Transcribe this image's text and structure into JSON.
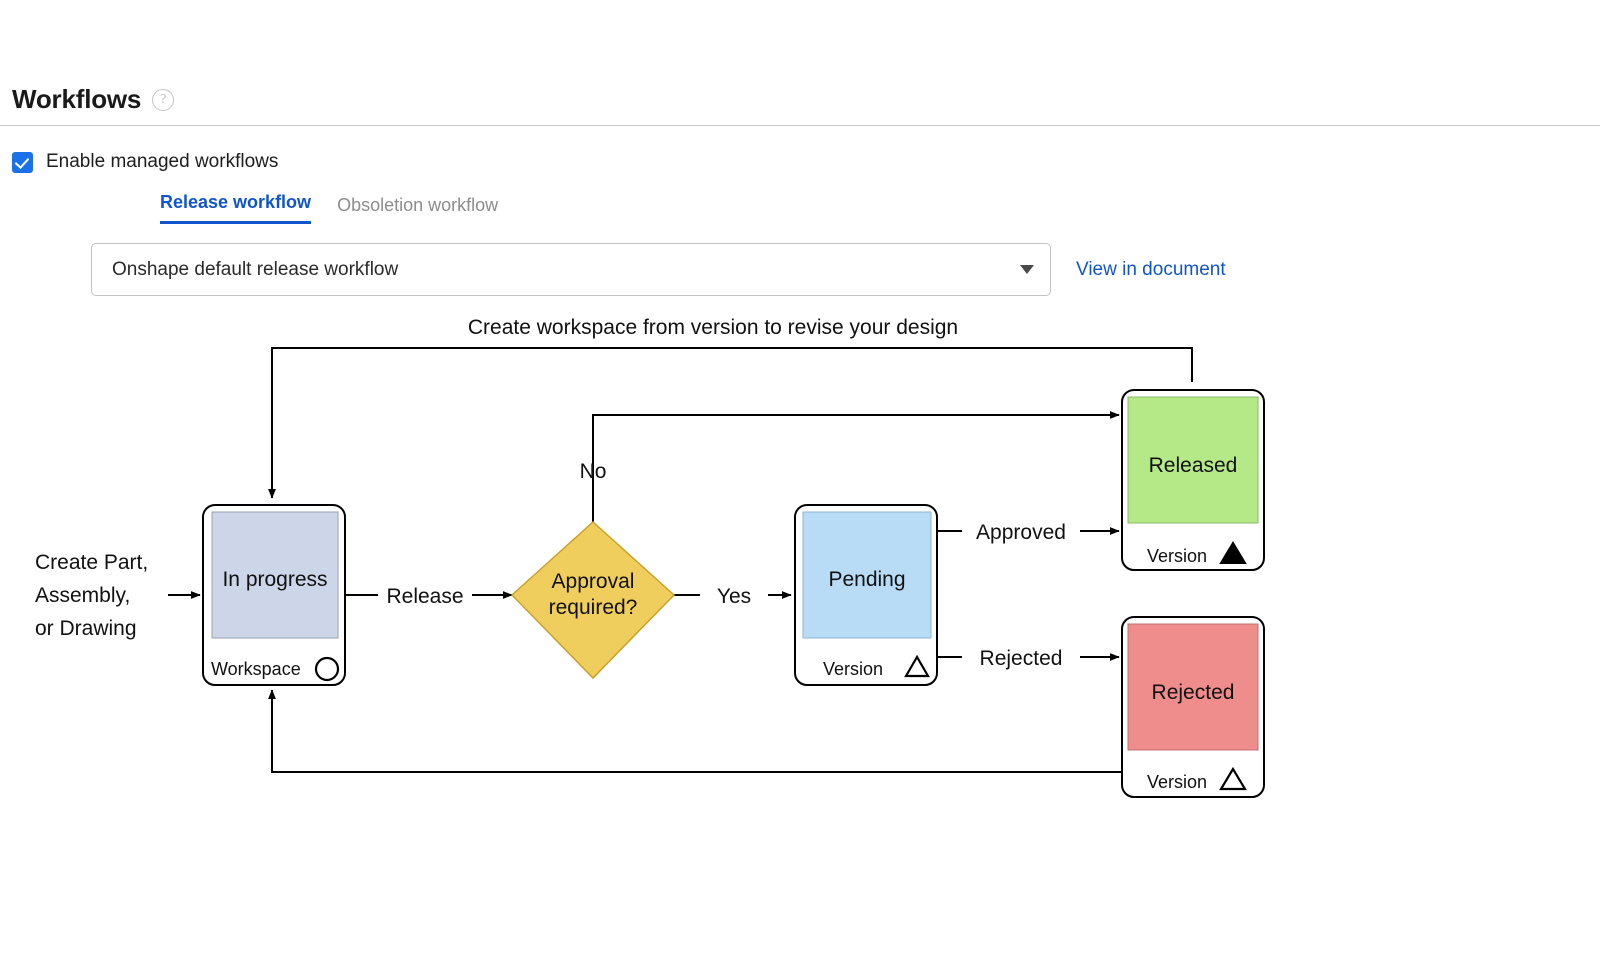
{
  "header": {
    "title": "Workflows",
    "help_icon": "question-mark-icon"
  },
  "enable_checkbox": {
    "label": "Enable managed workflows",
    "checked": true
  },
  "tabs": [
    {
      "label": "Release workflow",
      "active": true
    },
    {
      "label": "Obsoletion workflow",
      "active": false
    }
  ],
  "workflow_select": {
    "value": "Onshape default release workflow",
    "caret_icon": "chevron-down-icon"
  },
  "view_in_document_link": "View in document",
  "diagram": {
    "caption": "Create workspace from version to revise your design",
    "entry_label_lines": [
      "Create Part,",
      "Assembly,",
      "or Drawing"
    ],
    "nodes": [
      {
        "id": "in-progress",
        "label": "In progress",
        "sub_label": "Workspace",
        "sub_icon": "circle-outline-icon",
        "fill": "#ccd6e8"
      },
      {
        "id": "approval-required",
        "label_lines": [
          "Approval",
          "required?"
        ],
        "shape": "diamond",
        "fill": "#f0ce5e"
      },
      {
        "id": "pending",
        "label": "Pending",
        "sub_label": "Version",
        "sub_icon": "triangle-outline-icon",
        "fill": "#b8dcf5"
      },
      {
        "id": "released",
        "label": "Released",
        "sub_label": "Version",
        "sub_icon": "triangle-filled-icon",
        "fill": "#b5e887"
      },
      {
        "id": "rejected",
        "label": "Rejected",
        "sub_label": "Version",
        "sub_icon": "triangle-outline-icon",
        "fill": "#ef8c8c"
      }
    ],
    "edges": [
      {
        "from": "entry",
        "to": "in-progress",
        "label": ""
      },
      {
        "from": "in-progress",
        "to": "approval-required",
        "label": "Release"
      },
      {
        "from": "approval-required",
        "to": "released",
        "label": "No"
      },
      {
        "from": "approval-required",
        "to": "pending",
        "label": "Yes"
      },
      {
        "from": "pending",
        "to": "released",
        "label": "Approved"
      },
      {
        "from": "pending",
        "to": "rejected",
        "label": "Rejected"
      },
      {
        "from": "released",
        "to": "in-progress",
        "label": "Create workspace from version to revise your design"
      },
      {
        "from": "rejected",
        "to": "in-progress",
        "label": ""
      }
    ]
  }
}
